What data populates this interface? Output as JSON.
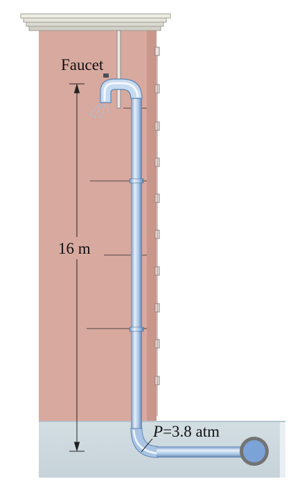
{
  "labels": {
    "faucet": "Faucet",
    "height": "16 m",
    "pressure_var": "P",
    "pressure_value": "=3.8 atm"
  },
  "colors": {
    "building": "#d7a89f",
    "building_edge": "#b8847a",
    "ground": "#cfdbe0",
    "ground_edge": "#aab9c1",
    "pipe_light": "#e4eef9",
    "pipe_mid": "#a9c4e4",
    "pipe_dark": "#5e84b4",
    "main_fill": "#7aa1d6",
    "main_ring": "#737373"
  }
}
